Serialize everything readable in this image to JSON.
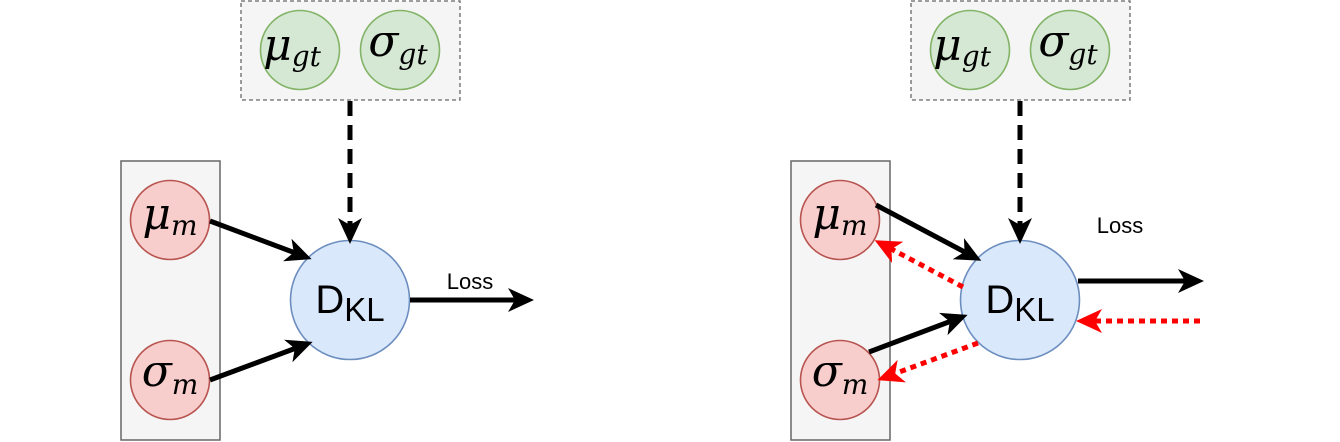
{
  "colors": {
    "gt_fill": "#d5e8d4",
    "gt_stroke": "#82b366",
    "m_fill": "#f8cecc",
    "m_stroke": "#b85450",
    "kl_fill": "#dae8fc",
    "kl_stroke": "#6c8ebf",
    "box_fill": "#f5f5f5",
    "box_stroke": "#666666",
    "arrow": "#000000",
    "gradient_arrow": "#ff0000"
  },
  "left": {
    "mu_gt": {
      "symbol": "μ",
      "sub": "gt"
    },
    "sigma_gt": {
      "symbol": "σ",
      "sub": "gt"
    },
    "mu_m": {
      "symbol": "μ",
      "sub": "m"
    },
    "sigma_m": {
      "symbol": "σ",
      "sub": "m"
    },
    "kl": {
      "main": "D",
      "sub": "KL"
    },
    "loss": "Loss"
  },
  "right": {
    "mu_gt": {
      "symbol": "μ",
      "sub": "gt"
    },
    "sigma_gt": {
      "symbol": "σ",
      "sub": "gt"
    },
    "mu_m": {
      "symbol": "μ",
      "sub": "m"
    },
    "sigma_m": {
      "symbol": "σ",
      "sub": "m"
    },
    "kl": {
      "main": "D",
      "sub": "KL"
    },
    "loss": "Loss"
  }
}
